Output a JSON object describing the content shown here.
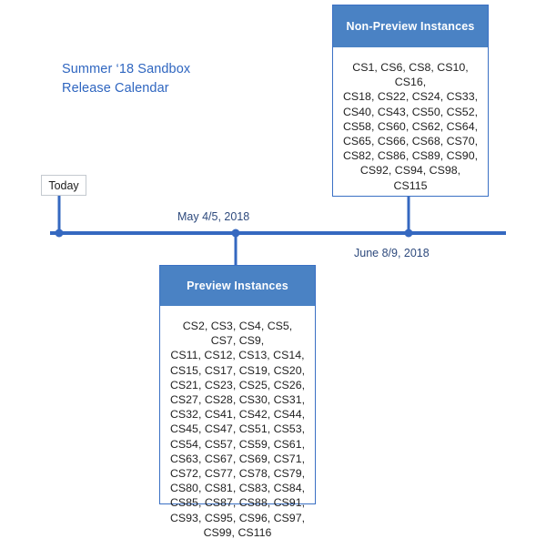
{
  "title": "Summer ‘18 Sandbox\nRelease Calendar",
  "colors": {
    "accent_blue": "#3568c0",
    "header_fill": "#4a82c4",
    "title_text": "#2f66c0",
    "label_text": "#2e4a7d",
    "box_border": "#3a70c4"
  },
  "timeline": {
    "today_label": "Today",
    "markers": [
      {
        "name": "today",
        "label": "Today"
      },
      {
        "name": "may",
        "label": "May 4/5, 2018"
      },
      {
        "name": "june",
        "label": "June 8/9, 2018"
      }
    ],
    "may_label": "May 4/5, 2018",
    "june_label": "June 8/9, 2018"
  },
  "non_preview": {
    "header": "Non-Preview Instances",
    "instances": "CS1, CS6, CS8, CS10, CS16,\nCS18, CS22, CS24, CS33,\nCS40, CS43, CS50, CS52,\nCS58, CS60, CS62, CS64,\nCS65, CS66, CS68, CS70,\nCS82, CS86, CS89, CS90,\nCS92, CS94, CS98, CS115",
    "instance_list": [
      "CS1",
      "CS6",
      "CS8",
      "CS10",
      "CS16",
      "CS18",
      "CS22",
      "CS24",
      "CS33",
      "CS40",
      "CS43",
      "CS50",
      "CS52",
      "CS58",
      "CS60",
      "CS62",
      "CS64",
      "CS65",
      "CS66",
      "CS68",
      "CS70",
      "CS82",
      "CS86",
      "CS89",
      "CS90",
      "CS92",
      "CS94",
      "CS98",
      "CS115"
    ],
    "count": 29
  },
  "preview": {
    "header": "Preview Instances",
    "instances": "CS2, CS3, CS4, CS5, CS7, CS9,\nCS11, CS12, CS13, CS14,\nCS15, CS17, CS19, CS20,\nCS21, CS23, CS25, CS26,\nCS27, CS28, CS30, CS31,\nCS32, CS41, CS42, CS44,\nCS45, CS47, CS51, CS53,\nCS54, CS57, CS59, CS61,\nCS63, CS67, CS69, CS71,\nCS72, CS77, CS78, CS79,\nCS80, CS81, CS83, CS84,\nCS85, CS87, CS88, CS91,\nCS93, CS95, CS96, CS97,\nCS99, CS116",
    "instance_list": [
      "CS2",
      "CS3",
      "CS4",
      "CS5",
      "CS7",
      "CS9",
      "CS11",
      "CS12",
      "CS13",
      "CS14",
      "CS15",
      "CS17",
      "CS19",
      "CS20",
      "CS21",
      "CS23",
      "CS25",
      "CS26",
      "CS27",
      "CS28",
      "CS30",
      "CS31",
      "CS32",
      "CS41",
      "CS42",
      "CS44",
      "CS45",
      "CS47",
      "CS51",
      "CS53",
      "CS54",
      "CS57",
      "CS59",
      "CS61",
      "CS63",
      "CS67",
      "CS69",
      "CS71",
      "CS72",
      "CS77",
      "CS78",
      "CS79",
      "CS80",
      "CS81",
      "CS83",
      "CS84",
      "CS85",
      "CS87",
      "CS88",
      "CS91",
      "CS93",
      "CS95",
      "CS96",
      "CS97",
      "CS99",
      "CS116"
    ],
    "count": 56
  }
}
